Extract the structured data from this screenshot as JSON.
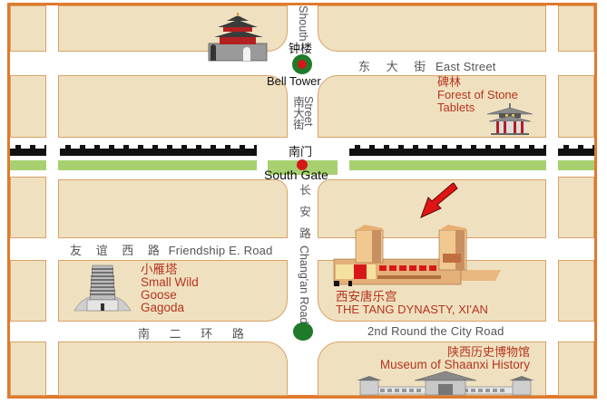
{
  "map": {
    "colors": {
      "border": "#e07a2e",
      "block_fill": "#efe1c0",
      "block_edge": "#d9a066",
      "road": "#ffffff",
      "city_wall": "#111111",
      "moat_green": "#a8d070",
      "poi_text": "#b5351f",
      "road_text": "#555555",
      "arrow": "#e01414",
      "marker_green": "#1f7a2a",
      "marker_red": "#d41818"
    },
    "landmarks": {
      "bell_tower": {
        "cn": "钟楼",
        "en": "Bell Tower",
        "icon": "bell-tower-icon"
      },
      "south_gate": {
        "cn": "南门",
        "en": "South Gate",
        "icon": "gate-marker-icon"
      },
      "forest_of_stone_tablets": {
        "cn": "碑林",
        "en_line1": "Forest of Stone",
        "en_line2": "Tablets",
        "icon": "pavilion-icon"
      },
      "small_wild_goose_pagoda": {
        "cn": "小雁塔",
        "en_line1": "Small Wild",
        "en_line2": "Goose",
        "en_line3": "Gagoda",
        "icon": "pagoda-icon"
      },
      "tang_dynasty": {
        "cn": "西安唐乐宫",
        "en": "THE TANG DYNASTY, XI'AN",
        "icon": "theater-building-icon",
        "pointer": "red-arrow-icon"
      },
      "shaanxi_museum": {
        "cn": "陕西历史博物馆",
        "en": "Museum of Shaanxi History",
        "icon": "museum-building-icon"
      }
    },
    "roads": {
      "east_street": {
        "cn": "东 大 街",
        "en": "East Street"
      },
      "south_street": {
        "cn": "南大街",
        "en": "Street",
        "top_en": "Shouth"
      },
      "changan_road": {
        "cn": "长 安 路",
        "en": "Chang'an Road"
      },
      "friendship_road": {
        "cn": "友 谊 西 路",
        "en": "Friendship E. Road"
      },
      "second_ring_road": {
        "cn": "南 二 环 路",
        "en": "2nd Round the City Road"
      }
    }
  }
}
